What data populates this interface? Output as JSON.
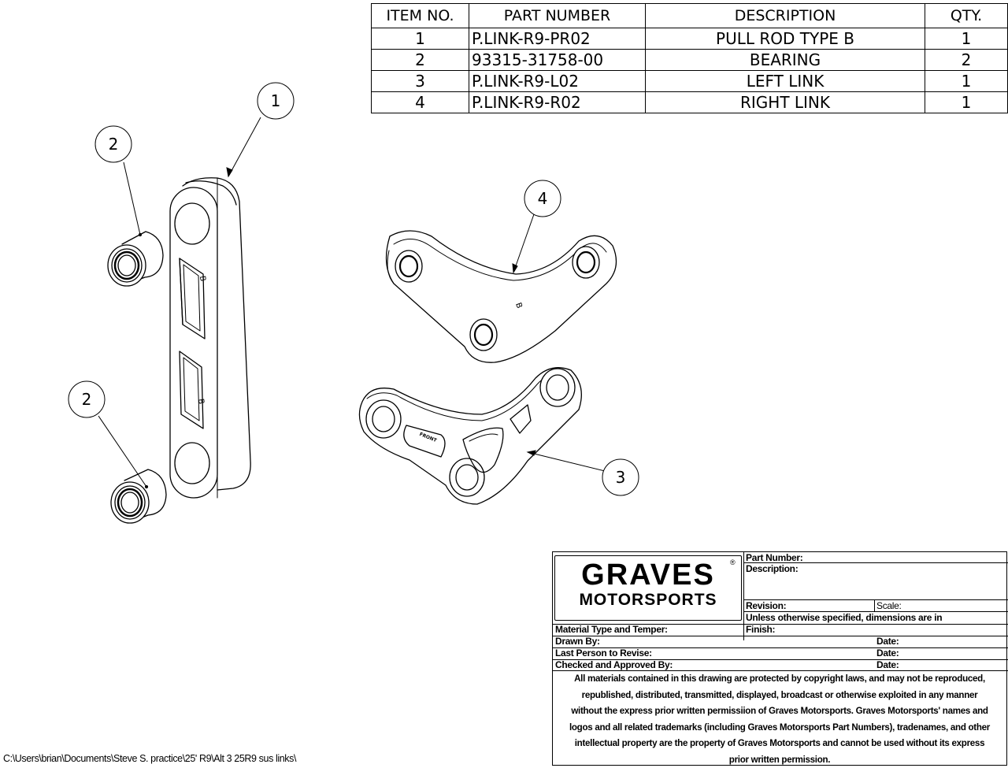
{
  "bom": {
    "headers": [
      "ITEM NO.",
      "PART NUMBER",
      "DESCRIPTION",
      "QTY."
    ],
    "rows": [
      {
        "item": "1",
        "part_number": "P.LINK-R9-PR02",
        "description": "PULL ROD TYPE B",
        "qty": "1"
      },
      {
        "item": "2",
        "part_number": "93315-31758-00",
        "description": "BEARING",
        "qty": "2"
      },
      {
        "item": "3",
        "part_number": "P.LINK-R9-L02",
        "description": "LEFT LINK",
        "qty": "1"
      },
      {
        "item": "4",
        "part_number": "P.LINK-R9-R02",
        "description": "RIGHT LINK",
        "qty": "1"
      }
    ]
  },
  "balloons": {
    "pull_rod": "1",
    "bearing_top": "2",
    "bearing_bottom": "2",
    "left_link": "3",
    "right_link": "4"
  },
  "part_marks": {
    "pull_rod_b1": "B",
    "pull_rod_b2": "B",
    "right_link_b": "B",
    "left_link_front": "FRONT"
  },
  "title_block": {
    "logo_line1": "GRAVES",
    "logo_line2": "MOTORSPORTS",
    "logo_mark": "®",
    "part_number_label": "Part Number:",
    "description_label": "Description:",
    "revision_label": "Revision:",
    "scale_label": "Scale:",
    "units_note": "Unless otherwise specified, dimensions are in",
    "material_label": "Material Type and Temper:",
    "finish_label": "Finish:",
    "drawn_by_label": "Drawn By:",
    "last_revise_label": "Last Person to Revise:",
    "checked_label": "Checked and Approved By:",
    "date_label_1": "Date:",
    "date_label_2": "Date:",
    "date_label_3": "Date:",
    "legal_lines": [
      "All materials contained in this drawing are protected by copyright laws, and may not be reproduced,",
      "republished, distributed, transmitted, displayed, broadcast or otherwise exploited in any manner",
      "without the express prior written permissiion of Graves Motorsports. Graves Motorsports' names and",
      "logos and all related trademarks (including Graves Motorsports Part Numbers), tradenames, and other",
      "intellectual property are the property of Graves Motorsports and cannot be used without its express",
      "prior written permission."
    ]
  },
  "file_path": "C:\\Users\\brian\\Documents\\Steve S. practice\\25' R9\\Alt 3 25R9 sus links\\"
}
